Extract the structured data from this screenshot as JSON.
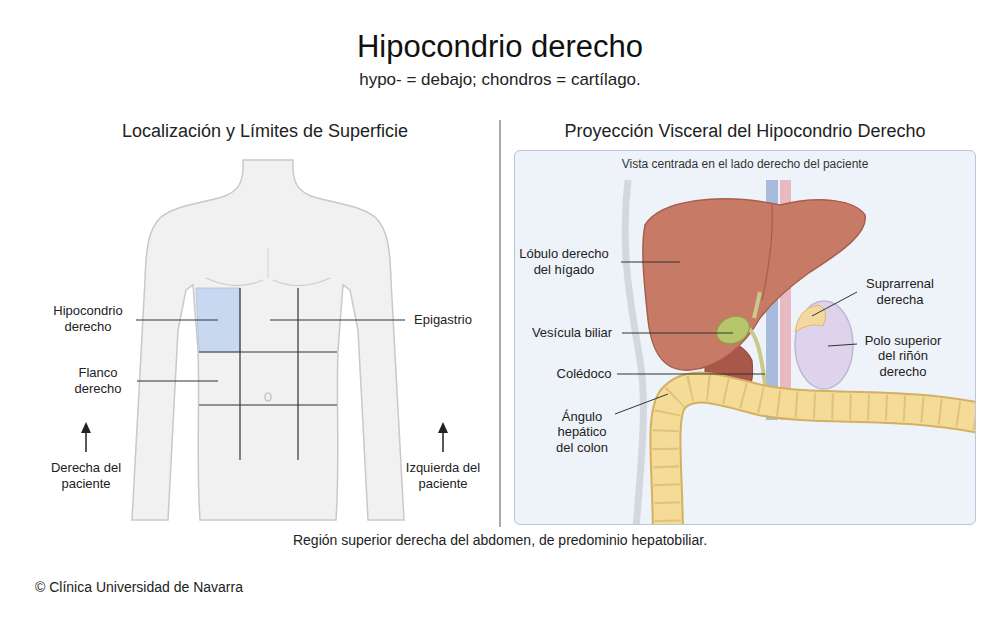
{
  "diagram": {
    "title": "Hipocondrio derecho",
    "caption": "Región superior derecha del abdomen, de predominio hepatobiliar.",
    "nodes": [
      {
        "text": [
          "Proyección Visceral del Hipocondrio Derecho",
          "Vista centrada en el lado derecho del paciente"
        ]
      }
    ],
    "labels": [
      "hypo- = debajo; chondros = cartílago.",
      "Localización y Límites de Superficie",
      "Hipocondrio derecho",
      "Epigastrio",
      "Flanco derecho",
      "Derecha del paciente",
      "Izquierda del paciente",
      "Lóbulo derecho del hígado",
      "Suprarrenal derecha",
      "Vesícula biliar",
      "Polo superior del riñón derecho",
      "Colédoco",
      "Ángulo hepático del colon",
      "© Clínica Universidad de Navarra"
    ]
  }
}
